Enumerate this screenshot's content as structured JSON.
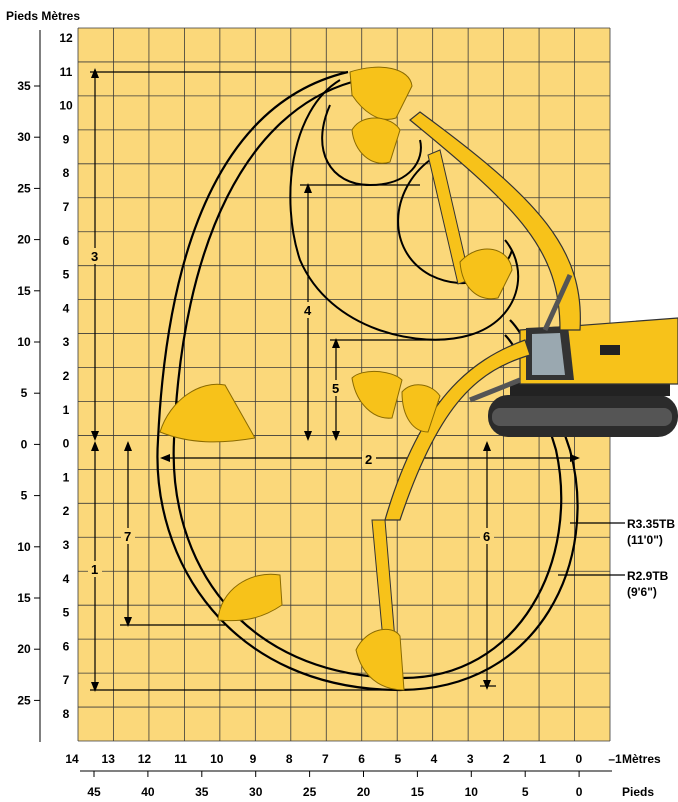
{
  "header": {
    "units_title": "Pieds Mètres"
  },
  "axes": {
    "meters_left": [
      "12",
      "11",
      "10",
      "9",
      "8",
      "7",
      "6",
      "5",
      "4",
      "3",
      "2",
      "1",
      "0",
      "1",
      "2",
      "3",
      "4",
      "5",
      "6",
      "7",
      "8"
    ],
    "feet_left": [
      "35",
      "30",
      "25",
      "20",
      "15",
      "10",
      "5",
      "0",
      "5",
      "10",
      "15",
      "20",
      "25"
    ],
    "meters_bottom": [
      "14",
      "13",
      "12",
      "11",
      "10",
      "9",
      "8",
      "7",
      "6",
      "5",
      "4",
      "3",
      "2",
      "1",
      "0",
      "–1"
    ],
    "feet_bottom": [
      "45",
      "40",
      "35",
      "30",
      "25",
      "20",
      "15",
      "10",
      "5",
      "0"
    ],
    "meters_unit": "Mètres",
    "feet_unit": "Pieds"
  },
  "dimensions": [
    "1",
    "2",
    "3",
    "4",
    "5",
    "6",
    "7"
  ],
  "legend": {
    "r335_name": "R3.35TB",
    "r335_len": "(11'0\")",
    "r29_name": "R2.9TB",
    "r29_len": "(9'6\")"
  },
  "colors": {
    "grid_fill": "#fbd87a",
    "machine_yellow": "#f7c21a",
    "track_dark": "#2b2b2b"
  },
  "icons": [
    "excavator-icon",
    "bucket-icon",
    "cat-logo-icon"
  ]
}
